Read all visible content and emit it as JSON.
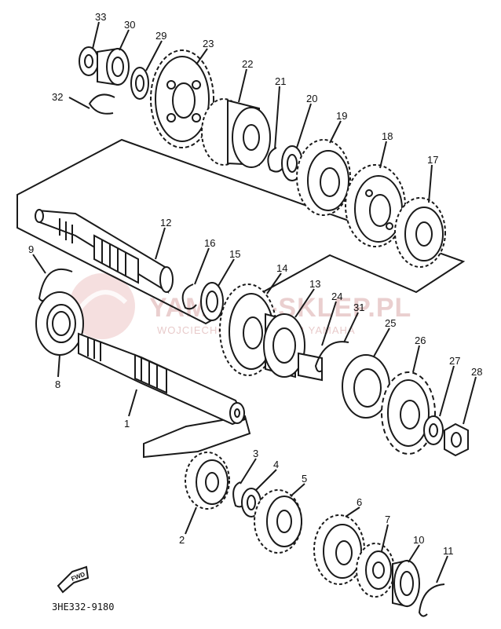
{
  "diagram": {
    "code": "3HE332-9180",
    "fwd_label": "FWD",
    "watermark": {
      "title": "YAMAHA-SKLEP.PL",
      "subtitle": "WOJCIECHOWSKI DEALER YAMAHA"
    },
    "callouts": [
      "33",
      "30",
      "29",
      "23",
      "22",
      "21",
      "20",
      "19",
      "18",
      "17",
      "32",
      "12",
      "16",
      "15",
      "9",
      "14",
      "13",
      "24",
      "31",
      "25",
      "26",
      "27",
      "28",
      "8",
      "1",
      "3",
      "4",
      "5",
      "2",
      "6",
      "7",
      "10",
      "11"
    ]
  }
}
